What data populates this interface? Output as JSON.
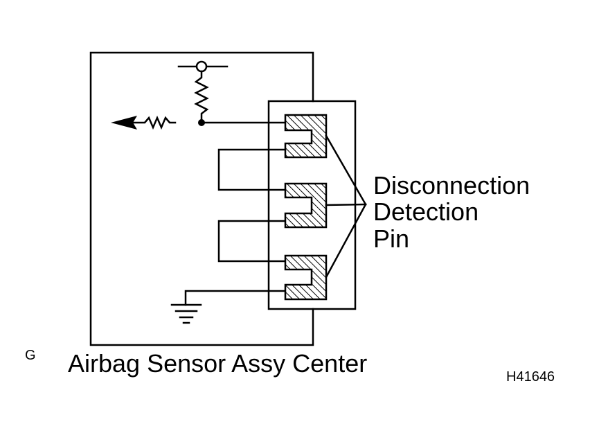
{
  "callout": {
    "line1": "Disconnection",
    "line2": "Detection",
    "line3": "Pin"
  },
  "caption": {
    "label": "Airbag Sensor Assy Center",
    "letter": "G"
  },
  "figure_code": "H41646",
  "colors": {
    "ink": "#000000",
    "background": "#ffffff"
  }
}
